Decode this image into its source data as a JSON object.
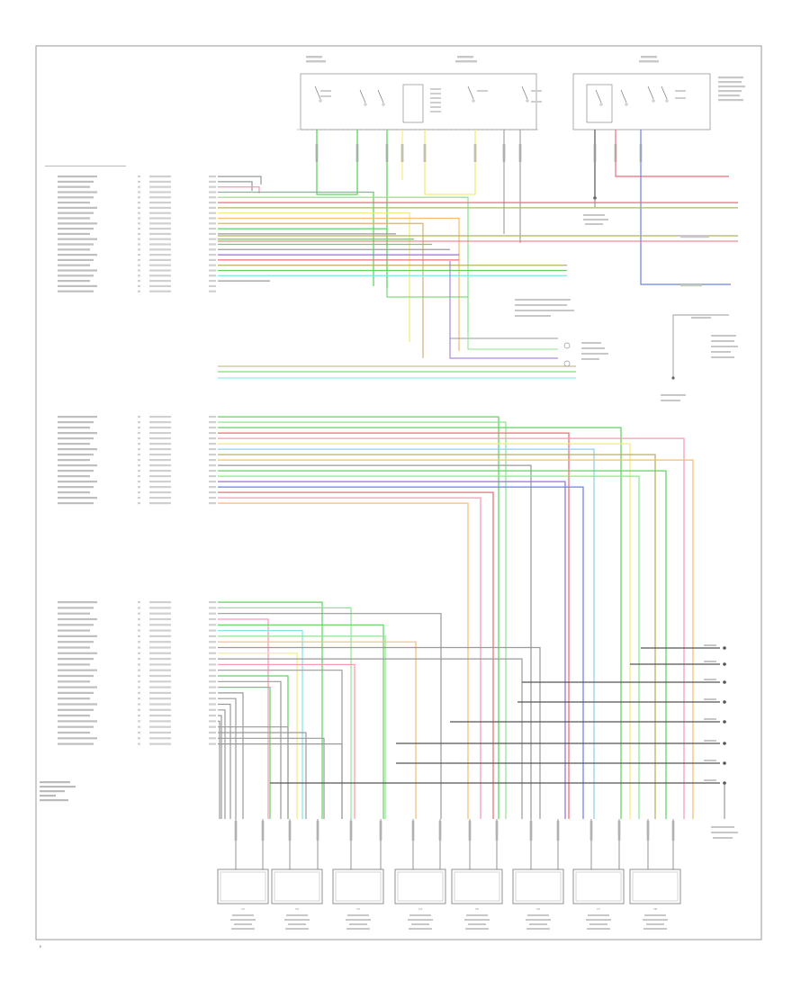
{
  "footer_code": "E",
  "colors": {
    "green": "#5fd35f",
    "light_green": "#8fe58f",
    "yellow": "#f2ec7a",
    "orange": "#f4be72",
    "red": "#f06b78",
    "pink": "#f59ab0",
    "magenta": "#e87be8",
    "purple": "#9a6fd8",
    "blue": "#6a82e6",
    "light_blue": "#8fd0f0",
    "cyan": "#7ee6e6",
    "gray": "#9a9a9a",
    "dark_gray": "#555555",
    "olive": "#b8b060",
    "tan": "#d8b080",
    "frame": "#999999"
  },
  "connectors": [
    "C1",
    "C2",
    "C3",
    "C4",
    "C5",
    "C6",
    "C7",
    "C8"
  ]
}
